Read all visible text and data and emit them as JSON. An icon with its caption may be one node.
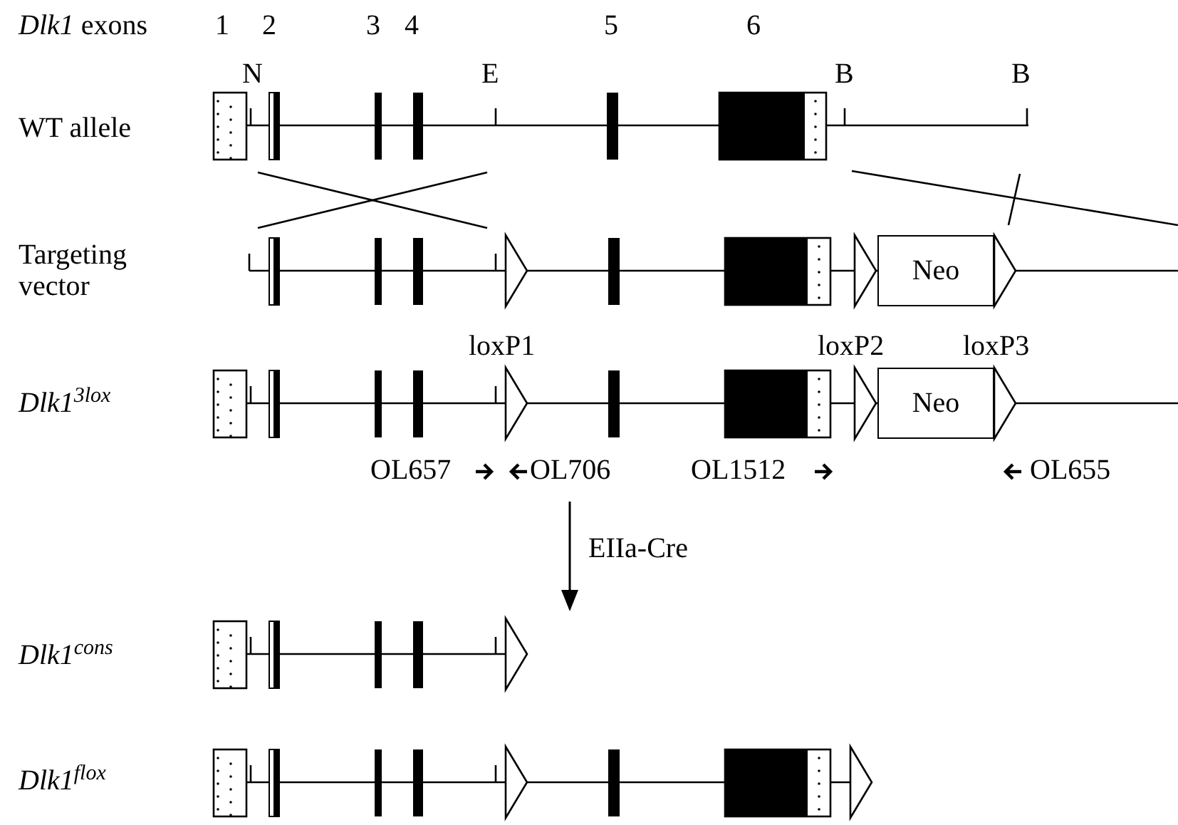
{
  "diagram": {
    "nodes": [
      {
        "text": [
          "Neo"
        ]
      },
      {
        "text": [
          "Neo"
        ]
      }
    ],
    "labels": [
      "*Dlk1* exons",
      "1",
      "2",
      "3",
      "4",
      "5",
      "6",
      "N",
      "E",
      "B",
      "B",
      "WT allele",
      "Targeting vector",
      "loxP1",
      "loxP2",
      "loxP3",
      "Dlk1$^{3lox}$",
      "OL657",
      "OL706",
      "OL1512",
      "OL655",
      "EIIa-Cre",
      "Dlk1$^{cons}$",
      "Dlk1$^{flox}$"
    ]
  }
}
